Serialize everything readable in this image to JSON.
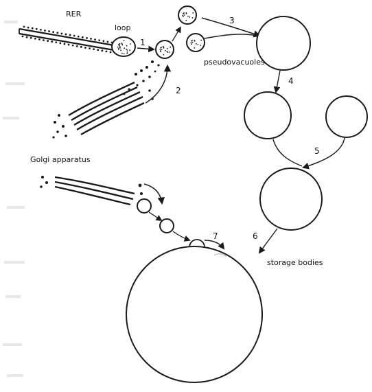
{
  "labels": {
    "rer": "RER",
    "loop": "loop",
    "pseudovacuoles": "pseudovacuoles",
    "golgi": "Golgi apparatus",
    "storage_bodies": "storage bodies"
  },
  "steps": [
    "1",
    "2",
    "3",
    "4",
    "5",
    "6",
    "7"
  ],
  "colors": {
    "ink": "#1a1a1a",
    "background": "#ffffff"
  }
}
